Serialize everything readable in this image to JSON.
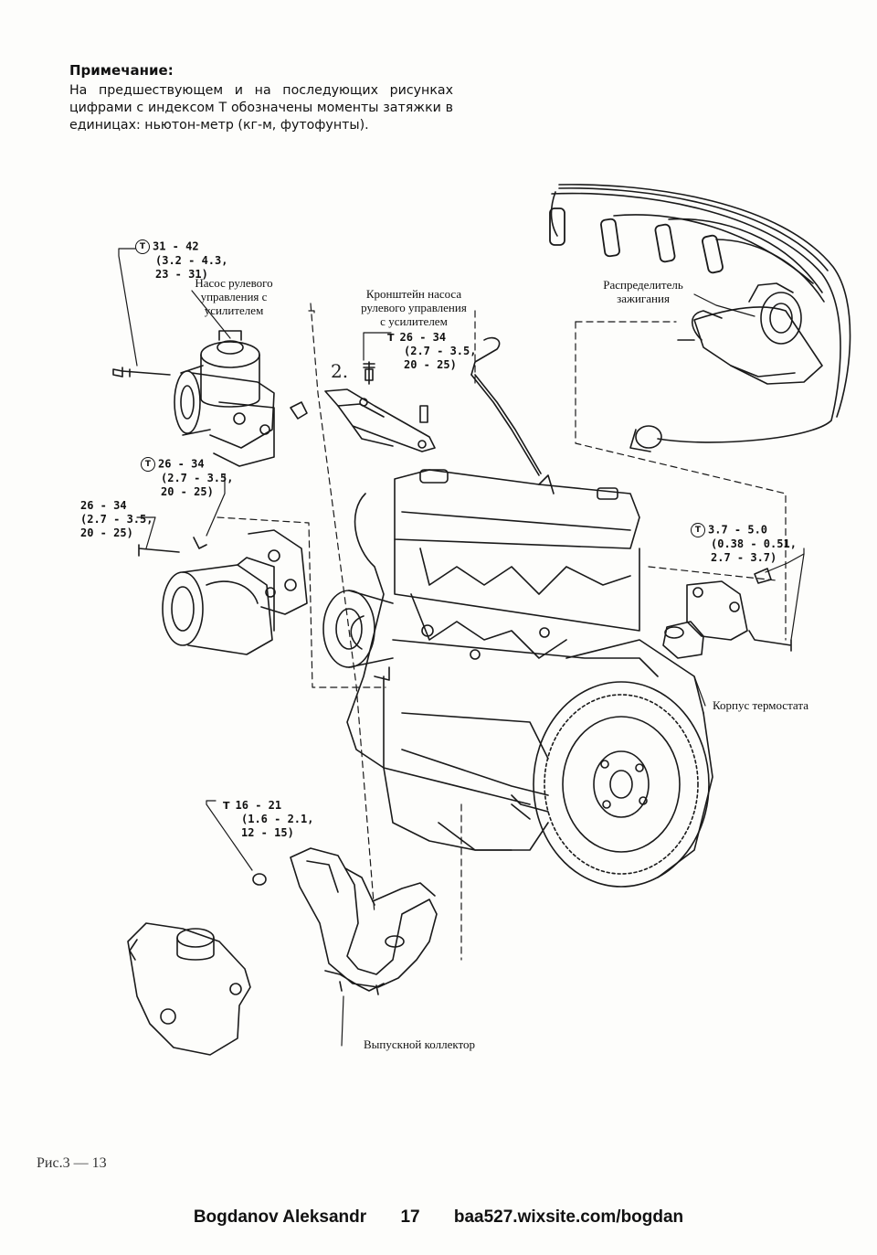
{
  "note": {
    "heading": "Примечание:",
    "body": "На предшествующем и на последующих рисунках цифрами с индексом Т обозначены моменты затяжки в единицах: ньютон-метр (кг-м, футофунты)."
  },
  "labels": {
    "power_steering_pump": "Насос рулевого\nуправления с\nусилителем",
    "pump_bracket": "Кронштейн насоса\nрулевого управления\nс усилителем",
    "distributor": "Распределитель\nзажигания",
    "thermostat_housing": "Корпус термостата",
    "exhaust_manifold": "Выпускной коллектор",
    "handwritten_mark": "2."
  },
  "torques": {
    "t1": [
      "31 - 42",
      "(3.2 - 4.3,",
      "23 - 31)"
    ],
    "t2": [
      "26 - 34",
      "(2.7 - 3.5,",
      "20 - 25)"
    ],
    "t3": [
      "26 - 34",
      "(2.7 - 3.5,",
      "20 - 25)"
    ],
    "t4": [
      "26 - 34",
      "(2.7 - 3.5,",
      "20 - 25)"
    ],
    "t5": [
      "3.7 - 5.0",
      "(0.38 - 0.51,",
      "2.7 - 3.7)"
    ],
    "t6": [
      "16 - 21",
      "(1.6 - 2.1,",
      "12 - 15)"
    ],
    "torque_symbol": "T"
  },
  "figure_caption": "Рис.3 — 13",
  "footer": {
    "author": "Bogdanov Aleksandr",
    "page_number": "17",
    "website": "baa527.wixsite.com/bogdan"
  }
}
